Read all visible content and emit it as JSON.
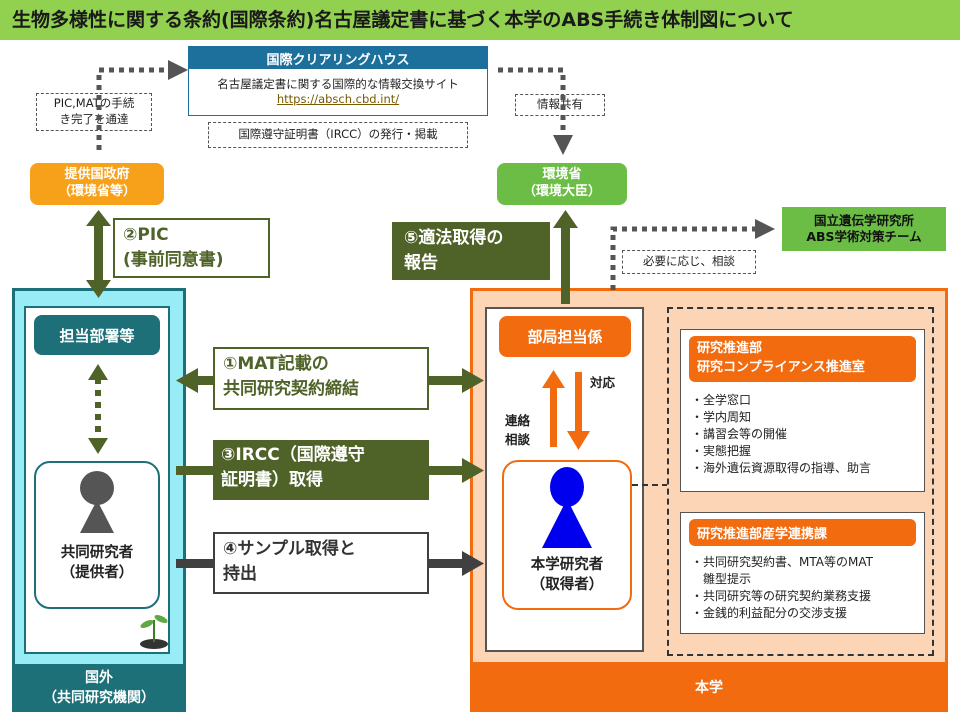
{
  "title": "生物多様性に関する条約(国際条約)名古屋議定書に基づく本学のABS手続き体制図について",
  "clearing_house": {
    "title": "国際クリアリングハウス",
    "desc": "名古屋議定書に関する国際的な情報交換サイト",
    "url": "https://absch.cbd.int/"
  },
  "irc_publish": "国際遵守証明書（IRCC）の発行・掲載",
  "notify_left": "PIC,MATの手続\nき完了を通達",
  "notify_right": "情報共有",
  "provider_gov": "提供国政府\n（環境省等）",
  "env_ministry": "環境省\n（環境大臣）",
  "nig": "国立遺伝学研究所\nABS学術対策チーム",
  "consult_note": "必要に応じ、相談",
  "pic_label": "②PIC\n(事前同意書)",
  "report_label": "⑤適法取得の\n報告",
  "step1": "①MAT記載の\n共同研究契約締結",
  "step3": "③IRCC（国際遵守\n証明書）取得",
  "step4": "④サンプル取得と\n持出",
  "foreign": {
    "dept": "担当部署等",
    "researcher": "共同研究者\n（提供者）",
    "footer": "国外\n（共同研究機関）"
  },
  "univ": {
    "dept": "部局担当係",
    "researcher": "本学研究者\n（取得者）",
    "footer": "本学",
    "respond": "対応",
    "contact": "連絡\n相談"
  },
  "promo": {
    "title": "研究推進部\n研究コンプライアンス推進室",
    "items": [
      "全学窓口",
      "学内周知",
      "講習会等の開催",
      "実態把握",
      "海外遺伝資源取得の指導、助言"
    ]
  },
  "ind": {
    "title": "研究推進部産学連携課",
    "items": [
      "共同研究契約書、MTA等のMAT\n雛型提示",
      "共同研究等の研究契約業務支援",
      "金銭的利益配分の交渉支援"
    ]
  },
  "colors": {
    "title_bg": "#92d050",
    "olive": "#4f6228",
    "teal": "#1d6f78",
    "cyan_bg": "#97ecf5",
    "orange": "#f26b0f",
    "peach_bg": "#fbd5b5",
    "gov_orange": "#f7a019",
    "green_box": "#6cbd45"
  }
}
